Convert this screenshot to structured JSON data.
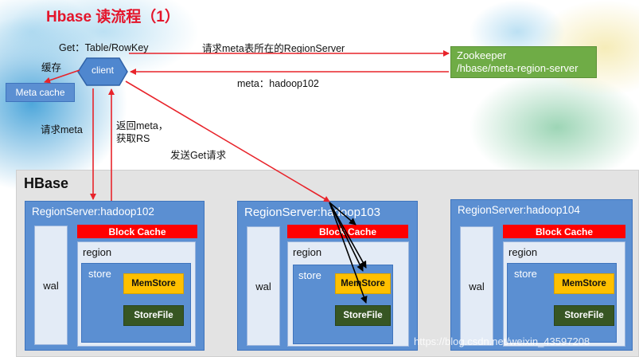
{
  "title": "Hbase 读流程（1）",
  "labels": {
    "get_request": "Get：Table/RowKey",
    "cache": "缓存",
    "request_meta_rs": "请求meta表所在的RegionServer",
    "meta_reply": "meta：hadoop102",
    "request_meta": "请求meta",
    "return_meta_line1": "返回meta，",
    "return_meta_line2": "获取RS",
    "send_get": "发送Get请求"
  },
  "client": {
    "label": "client"
  },
  "meta_cache": {
    "label": "Meta cache"
  },
  "zookeeper": {
    "line1": "Zookeeper",
    "line2": "/hbase/meta-region-server"
  },
  "hbase": {
    "title": "HBase",
    "servers": [
      {
        "name": "RegionServer:hadoop102",
        "wal": "wal",
        "block_cache": "Block Cache",
        "region": "region",
        "store": "store",
        "memstore": "MemStore",
        "storefile": "StoreFile"
      },
      {
        "name": "RegionServer:hadoop103",
        "wal": "wal",
        "block_cache": "Block Cache",
        "region": "region",
        "store": "store",
        "memstore": "MemStore",
        "storefile": "StoreFile"
      },
      {
        "name": "RegionServer:hadoop104",
        "wal": "wal",
        "block_cache": "Block Cache",
        "region": "region",
        "store": "store",
        "memstore": "MemStore",
        "storefile": "StoreFile"
      }
    ]
  },
  "watermark": "https://blog.csdn.net/weixin_43597208",
  "colors": {
    "arrow_red": "#e8232a",
    "arrow_black": "#000000",
    "regionserver_blue": "#5b8fd2",
    "block_cache_red": "#ff0000",
    "memstore_yellow": "#ffc000",
    "storefile_green": "#375623",
    "zookeeper_green": "#6fac46"
  }
}
